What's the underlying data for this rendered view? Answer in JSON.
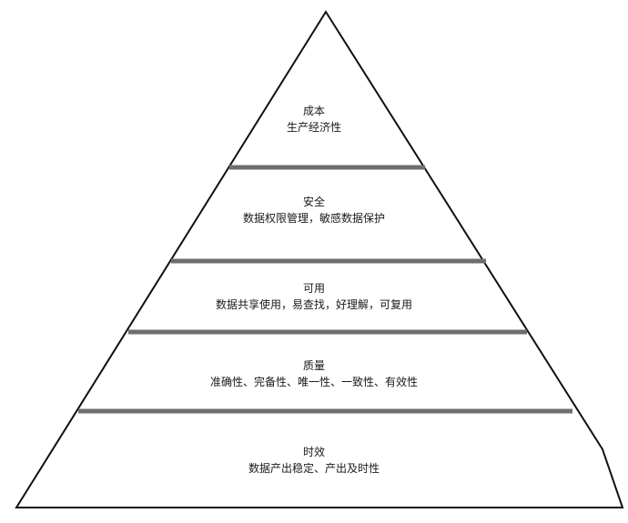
{
  "colors": {
    "outline": "#111111",
    "divider": "#6e6e6e",
    "text": "#1a1a1a",
    "background": "#ffffff"
  },
  "tiers": [
    {
      "title": "成本",
      "description": "生产经济性"
    },
    {
      "title": "安全",
      "description": "数据权限管理，敏感数据保护"
    },
    {
      "title": "可用",
      "description": "数据共享使用，易查找，好理解，可复用"
    },
    {
      "title": "质量",
      "description": "准确性、完备性、唯一性、一致性、有效性"
    },
    {
      "title": "时效",
      "description": "数据产出稳定、产出及时性"
    }
  ]
}
